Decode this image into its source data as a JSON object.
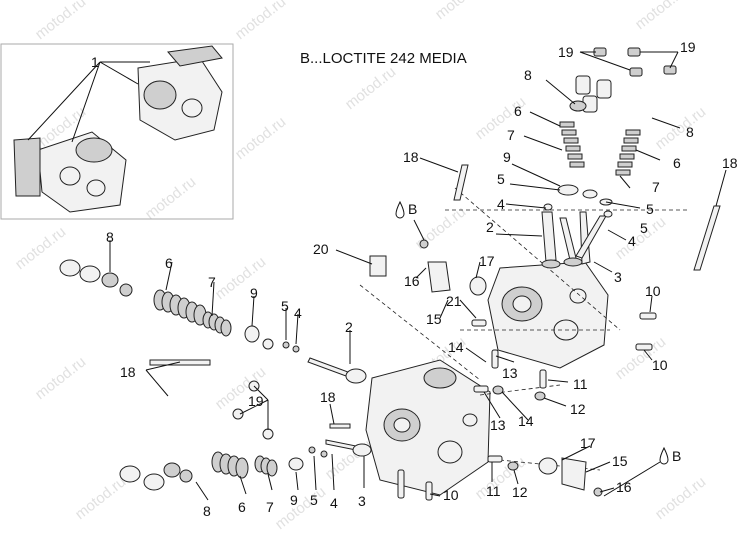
{
  "title": "B...LOCTITE 242 MEDIA",
  "watermark": "motod.ru",
  "callout_b": "B",
  "callouts": [
    {
      "id": "c1",
      "text": "1"
    },
    {
      "id": "c19a",
      "text": "19"
    },
    {
      "id": "c19b",
      "text": "19"
    },
    {
      "id": "c8a",
      "text": "8"
    },
    {
      "id": "c8b",
      "text": "8"
    },
    {
      "id": "c6a",
      "text": "6"
    },
    {
      "id": "c7a",
      "text": "7"
    },
    {
      "id": "c6b",
      "text": "6"
    },
    {
      "id": "c9a",
      "text": "9"
    },
    {
      "id": "c7b",
      "text": "7"
    },
    {
      "id": "c18a",
      "text": "18"
    },
    {
      "id": "c5a",
      "text": "5"
    },
    {
      "id": "c4a",
      "text": "4"
    },
    {
      "id": "c5b",
      "text": "5"
    },
    {
      "id": "c5c",
      "text": "5"
    },
    {
      "id": "c2a",
      "text": "2"
    },
    {
      "id": "c4b",
      "text": "4"
    },
    {
      "id": "c3a",
      "text": "3"
    },
    {
      "id": "c18b",
      "text": "18"
    },
    {
      "id": "c20",
      "text": "20"
    },
    {
      "id": "c16a",
      "text": "16"
    },
    {
      "id": "c17a",
      "text": "17"
    },
    {
      "id": "c21",
      "text": "21"
    },
    {
      "id": "c15a",
      "text": "15"
    },
    {
      "id": "c10a",
      "text": "10"
    },
    {
      "id": "c10b",
      "text": "10"
    },
    {
      "id": "c8c",
      "text": "8"
    },
    {
      "id": "c6c",
      "text": "6"
    },
    {
      "id": "c7c",
      "text": "7"
    },
    {
      "id": "c9b",
      "text": "9"
    },
    {
      "id": "c5d",
      "text": "5"
    },
    {
      "id": "c4c",
      "text": "4"
    },
    {
      "id": "c2b",
      "text": "2"
    },
    {
      "id": "c18c",
      "text": "18"
    },
    {
      "id": "c14a",
      "text": "14"
    },
    {
      "id": "c13a",
      "text": "13"
    },
    {
      "id": "c11a",
      "text": "11"
    },
    {
      "id": "c12a",
      "text": "12"
    },
    {
      "id": "c19c",
      "text": "19"
    },
    {
      "id": "c18d",
      "text": "18"
    },
    {
      "id": "c13b",
      "text": "13"
    },
    {
      "id": "c14b",
      "text": "14"
    },
    {
      "id": "c17b",
      "text": "17"
    },
    {
      "id": "c15b",
      "text": "15"
    },
    {
      "id": "c16b",
      "text": "16"
    },
    {
      "id": "c8d",
      "text": "8"
    },
    {
      "id": "c6d",
      "text": "6"
    },
    {
      "id": "c7d",
      "text": "7"
    },
    {
      "id": "c9c",
      "text": "9"
    },
    {
      "id": "c5e",
      "text": "5"
    },
    {
      "id": "c4d",
      "text": "4"
    },
    {
      "id": "c3b",
      "text": "3"
    },
    {
      "id": "c10c",
      "text": "10"
    },
    {
      "id": "c11b",
      "text": "11"
    },
    {
      "id": "c12b",
      "text": "12"
    }
  ]
}
